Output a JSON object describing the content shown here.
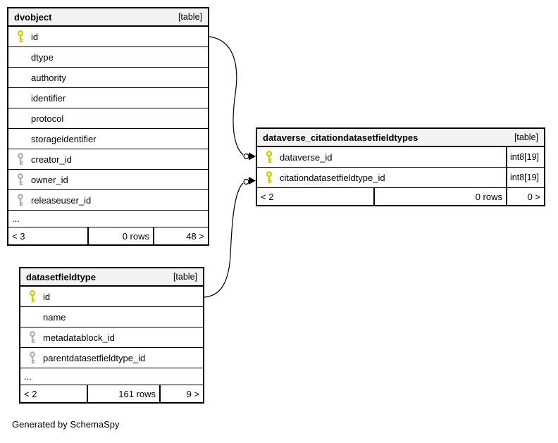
{
  "page": {
    "generated_note": "Generated by SchemaSpy"
  },
  "colors": {
    "primary_key": "#cccc00",
    "foreign_key": "#b0b0b0",
    "header_bg": "#f2f2f2",
    "border": "#000000"
  },
  "tables": [
    {
      "name": "dvobject",
      "tag": "[table]",
      "columns": [
        {
          "label": "id",
          "key": "primary"
        },
        {
          "label": "dtype"
        },
        {
          "label": "authority"
        },
        {
          "label": "identifier"
        },
        {
          "label": "protocol"
        },
        {
          "label": "storageidentifier"
        },
        {
          "label": "creator_id",
          "key": "foreign"
        },
        {
          "label": "owner_id",
          "key": "foreign"
        },
        {
          "label": "releaseuser_id",
          "key": "foreign"
        }
      ],
      "ellipsis": "...",
      "footer": {
        "left": "< 3",
        "center": "0 rows",
        "right": "48 >"
      }
    },
    {
      "name": "dataverse_citationdatasetfieldtypes",
      "tag": "[table]",
      "columns": [
        {
          "label": "dataverse_id",
          "key": "primary",
          "type": "int8[19]"
        },
        {
          "label": "citationdatasetfieldtype_id",
          "key": "primary",
          "type": "int8[19]"
        }
      ],
      "footer": {
        "left": "< 2",
        "center": "0 rows",
        "right": "0 >"
      }
    },
    {
      "name": "datasetfieldtype",
      "tag": "[table]",
      "columns": [
        {
          "label": "id",
          "key": "primary"
        },
        {
          "label": "name"
        },
        {
          "label": "metadatablock_id",
          "key": "foreign"
        },
        {
          "label": "parentdatasetfieldtype_id",
          "key": "foreign"
        }
      ],
      "ellipsis": "...",
      "footer": {
        "left": "< 2",
        "center": "161 rows",
        "right": "9 >"
      }
    }
  ],
  "relationships": [
    {
      "from": "dvobject.id",
      "to": "dataverse_citationdatasetfieldtypes.dataverse_id"
    },
    {
      "from": "datasetfieldtype.id",
      "to": "dataverse_citationdatasetfieldtypes.citationdatasetfieldtype_id"
    }
  ]
}
